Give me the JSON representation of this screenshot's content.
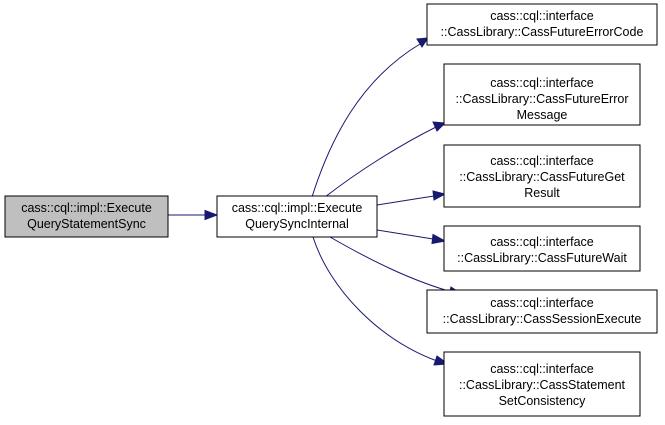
{
  "diagram": {
    "nodes": [
      {
        "id": "execute_query_statement_sync",
        "lines": [
          "cass::cql::impl::Execute",
          "QueryStatementSync"
        ],
        "highlighted": true
      },
      {
        "id": "execute_query_sync_internal",
        "lines": [
          "cass::cql::impl::Execute",
          "QuerySyncInternal"
        ]
      },
      {
        "id": "cass_future_error_code",
        "lines": [
          "cass::cql::interface",
          "::CassLibrary::CassFutureErrorCode"
        ]
      },
      {
        "id": "cass_future_error_message",
        "lines": [
          "cass::cql::interface",
          "::CassLibrary::CassFutureError",
          "Message"
        ]
      },
      {
        "id": "cass_future_get_result",
        "lines": [
          "cass::cql::interface",
          "::CassLibrary::CassFutureGet",
          "Result"
        ]
      },
      {
        "id": "cass_future_wait",
        "lines": [
          "cass::cql::interface",
          "::CassLibrary::CassFutureWait"
        ]
      },
      {
        "id": "cass_session_execute",
        "lines": [
          "cass::cql::interface",
          "::CassLibrary::CassSessionExecute"
        ]
      },
      {
        "id": "cass_statement_set_consistency",
        "lines": [
          "cass::cql::interface",
          "::CassLibrary::CassStatement",
          "SetConsistency"
        ]
      }
    ],
    "edges": [
      {
        "from": "execute_query_statement_sync",
        "to": "execute_query_sync_internal"
      },
      {
        "from": "execute_query_sync_internal",
        "to": "cass_future_error_code"
      },
      {
        "from": "execute_query_sync_internal",
        "to": "cass_future_error_message"
      },
      {
        "from": "execute_query_sync_internal",
        "to": "cass_future_get_result"
      },
      {
        "from": "execute_query_sync_internal",
        "to": "cass_future_wait"
      },
      {
        "from": "execute_query_sync_internal",
        "to": "cass_session_execute"
      },
      {
        "from": "execute_query_sync_internal",
        "to": "cass_statement_set_consistency"
      }
    ],
    "colors": {
      "edge": "#191970",
      "highlighted_fill": "#bfbfbf",
      "node_fill": "#ffffff",
      "border": "#000000"
    }
  }
}
